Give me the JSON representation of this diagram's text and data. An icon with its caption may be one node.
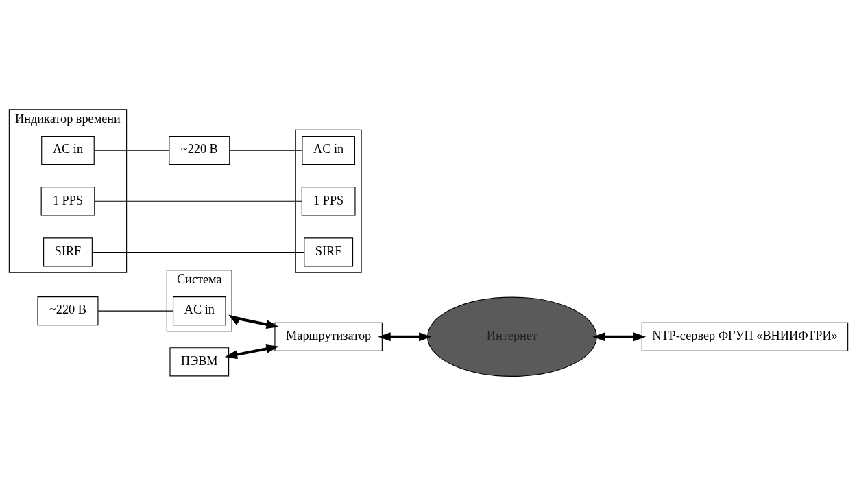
{
  "diagram": {
    "nodes": [
      {
        "text": [
          "~220 В"
        ]
      },
      {
        "text": [
          "Система"
        ]
      },
      {
        "text": [
          "AC in"
        ],
        "in": 1
      },
      {
        "text": [
          "ПЭВМ"
        ]
      },
      {
        "text": [
          "Маршрутизатор"
        ]
      },
      {
        "text": [
          "Интернет"
        ]
      },
      {
        "text": [
          "NTP-сервер ФГУП «ВНИИФТРИ»"
        ]
      },
      {
        "text": [
          "Индикатор времени"
        ]
      },
      {
        "text": [
          "AC in"
        ],
        "in": 7
      },
      {
        "text": [
          "1 PPS"
        ],
        "in": 7
      },
      {
        "text": [
          "SIRF"
        ],
        "in": 7
      },
      {
        "text": [
          "~220 В"
        ]
      },
      {
        "text": [],
        "shape": "box"
      },
      {
        "text": [
          "AC in"
        ],
        "in": 12
      },
      {
        "text": [
          "1 PPS"
        ],
        "in": 12
      },
      {
        "text": [
          "SIRF"
        ],
        "in": 12
      }
    ],
    "edges": [
      {
        "from": 0,
        "to": 2,
        "arrow": "none"
      },
      {
        "from": 3,
        "to": 4,
        "arrow": "both",
        "style": "thick"
      },
      {
        "from": 1,
        "to": 4,
        "arrow": "both",
        "style": "thick"
      },
      {
        "from": 4,
        "to": 5,
        "arrow": "both",
        "style": "thick"
      },
      {
        "from": 5,
        "to": 6,
        "arrow": "both",
        "style": "thick"
      },
      {
        "from": 8,
        "to": 11,
        "arrow": "none"
      },
      {
        "from": 11,
        "to": 13,
        "arrow": "none"
      },
      {
        "from": 9,
        "to": 14,
        "arrow": "none"
      },
      {
        "from": 10,
        "to": 15,
        "arrow": "none"
      }
    ]
  }
}
